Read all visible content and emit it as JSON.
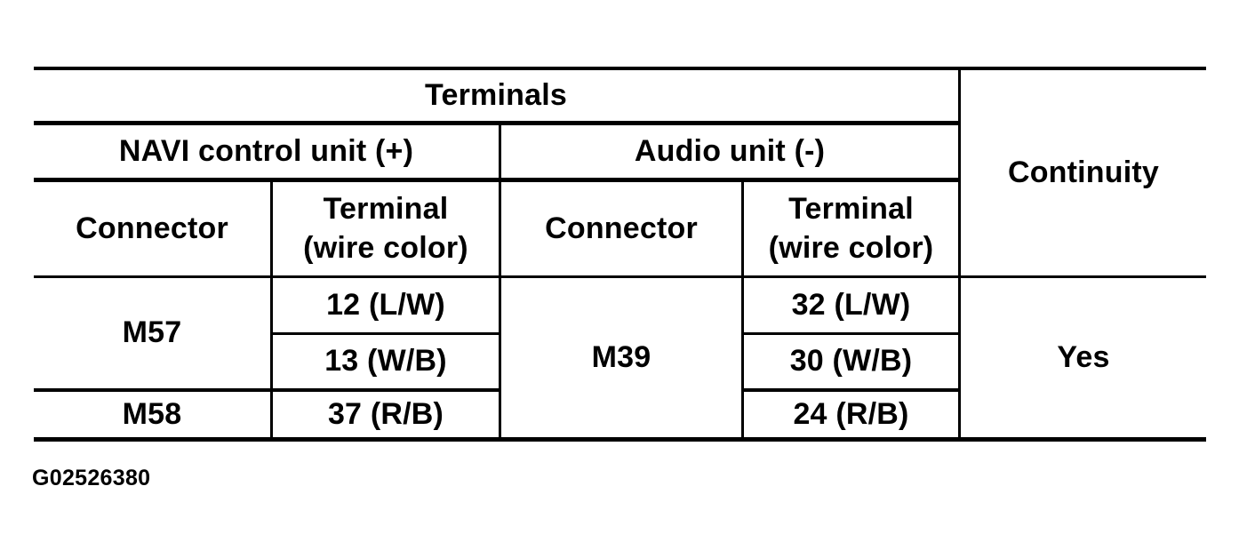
{
  "colors": {
    "ink": "#000000",
    "paper": "#ffffff"
  },
  "table": {
    "header": {
      "terminals": "Terminals",
      "continuity": "Continuity",
      "navi_unit": "NAVI control unit (+)",
      "audio_unit": "Audio unit (-)",
      "navi_connector_col": "Connector",
      "navi_terminal_col_line1": "Terminal",
      "navi_terminal_col_line2": "(wire color)",
      "audio_connector_col": "Connector",
      "audio_terminal_col_line1": "Terminal",
      "audio_terminal_col_line2": "(wire color)"
    },
    "body": {
      "navi_connector_m57": "M57",
      "navi_connector_m58": "M58",
      "navi_terminal_row1": "12 (L/W)",
      "navi_terminal_row2": "13 (W/B)",
      "navi_terminal_row3": "37 (R/B)",
      "audio_connector": "M39",
      "audio_terminal_row1": "32 (L/W)",
      "audio_terminal_row2": "30 (W/B)",
      "audio_terminal_row3": "24 (R/B)",
      "continuity_value": "Yes"
    }
  },
  "figure_code": "G02526380"
}
